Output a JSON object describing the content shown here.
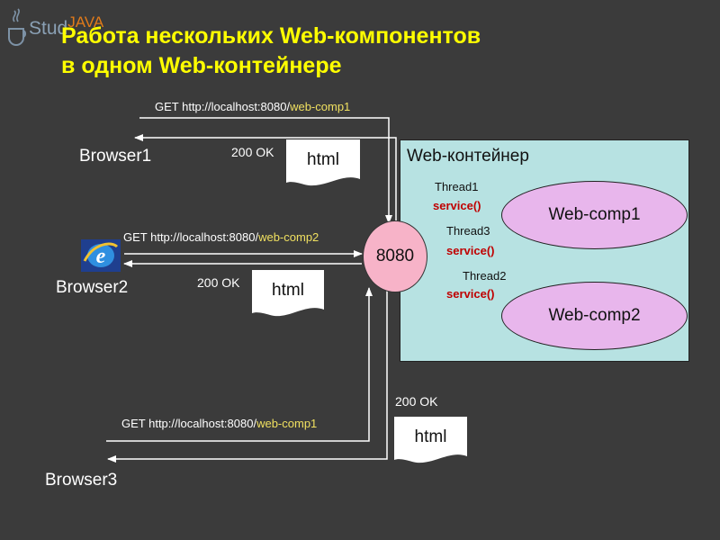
{
  "logo": {
    "text": "Stud",
    "accent": "JAVA"
  },
  "title": {
    "line1": "Работа нескольких Web-компонентов",
    "line2": "в одном Web-контейнере"
  },
  "container": {
    "title": "Web-контейнер"
  },
  "port": {
    "label": "8080"
  },
  "components": [
    {
      "label": "Web-comp1"
    },
    {
      "label": "Web-comp2"
    }
  ],
  "threads": [
    {
      "name": "Thread1",
      "method": "service()"
    },
    {
      "name": "Thread3",
      "method": "service()"
    },
    {
      "name": "Thread2",
      "method": "service()"
    }
  ],
  "browsers": [
    {
      "name": "Browser1",
      "request_prefix": "GET http://localhost:8080/",
      "request_path": "web-comp1",
      "status": "200 OK",
      "doc": "html"
    },
    {
      "name": "Browser2",
      "request_prefix": "GET http://localhost:8080/",
      "request_path": "web-comp2",
      "status": "200 OK",
      "doc": "html"
    },
    {
      "name": "Browser3",
      "request_prefix": "GET http://localhost:8080/",
      "request_path": "web-comp1",
      "status": "200 OK",
      "doc": "html"
    }
  ],
  "icons": {
    "browser2": "internet-explorer-icon",
    "logo": "java-cup-icon"
  },
  "colors": {
    "background": "#3b3b3b",
    "title": "#ffff00",
    "container": "#b7e2e2",
    "component": "#e8b6ec",
    "port": "#f7b3c8",
    "service": "#c00000"
  }
}
